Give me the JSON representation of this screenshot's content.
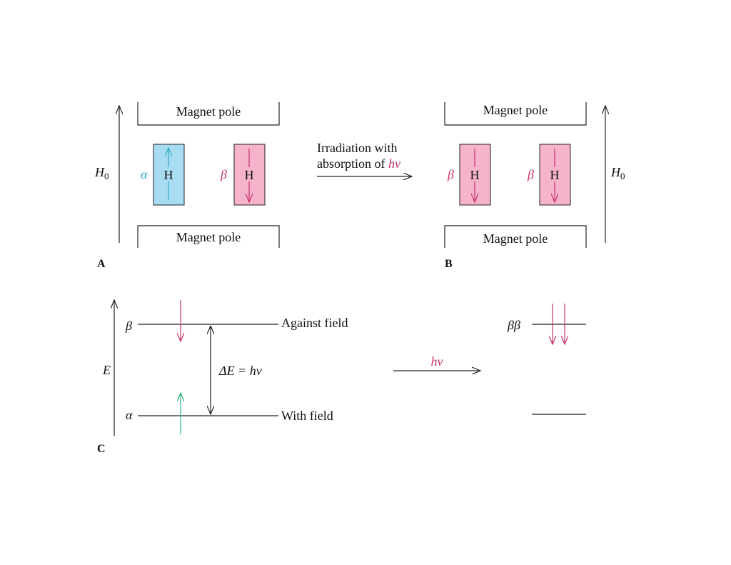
{
  "colors": {
    "alpha": "#2fa8c8",
    "beta": "#c8306a",
    "alpha_box": "#a8dcf2",
    "beta_box": "#f6b3cc",
    "alpha_arrow_c": "#2bb57a",
    "line": "#222222"
  },
  "panel_a": {
    "letter": "A",
    "field_label": "H",
    "field_sub": "0",
    "magnet_top": "Magnet pole",
    "magnet_bottom": "Magnet pole",
    "nucleus_left_state": "α",
    "nucleus_left_symbol": "H",
    "nucleus_right_state": "β",
    "nucleus_right_symbol": "H"
  },
  "transition": {
    "line1": "Irradiation with",
    "line2_prefix": "absorption of ",
    "line2_hv": "hv"
  },
  "panel_b": {
    "letter": "B",
    "field_label": "H",
    "field_sub": "0",
    "magnet_top": "Magnet pole",
    "magnet_bottom": "Magnet pole",
    "nucleus_left_state": "β",
    "nucleus_left_symbol": "H",
    "nucleus_right_state": "β",
    "nucleus_right_symbol": "H"
  },
  "panel_c": {
    "letter": "C",
    "energy_axis": "E",
    "upper_level_symbol": "β",
    "upper_level_label": "Against field",
    "lower_level_symbol": "α",
    "lower_level_label": "With field",
    "gap_label": "ΔE = hv",
    "transition_label": "hv",
    "final_upper_symbol": "ββ"
  }
}
